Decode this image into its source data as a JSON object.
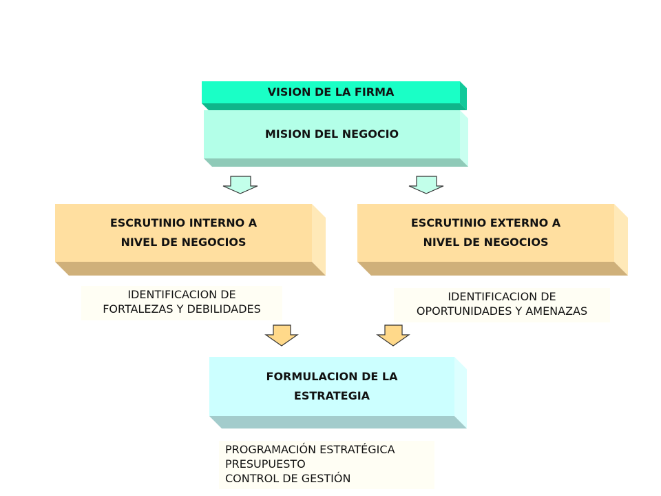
{
  "diagram": {
    "vision": "VISION DE LA FIRMA",
    "mission": "MISION DEL NEGOCIO",
    "internal": {
      "line1": "ESCRUTINIO INTERNO A",
      "line2": "NIVEL DE NEGOCIOS"
    },
    "external": {
      "line1": "ESCRUTINIO EXTERNO A",
      "line2": "NIVEL DE NEGOCIOS"
    },
    "internal_note": {
      "line1": "IDENTIFICACION DE",
      "line2": "FORTALEZAS Y DEBILIDADES"
    },
    "external_note": {
      "line1": "IDENTIFICACION DE",
      "line2": "OPORTUNIDADES Y AMENAZAS"
    },
    "strategy": {
      "line1": "FORMULACION DE LA",
      "line2": "ESTRATEGIA"
    },
    "outputs": [
      "PROGRAMACIÓN ESTRATÉGICA",
      "PRESUPUESTO",
      "CONTROL DE GESTIÓN"
    ]
  },
  "colors": {
    "vision_face": "#1affc6",
    "mission_face": "#b3ffe8",
    "scan_face": "#ffdfa0",
    "strategy_face": "#ccffff",
    "arrow_top": "#c2ffea",
    "arrow_bottom": "#ffd98a"
  }
}
